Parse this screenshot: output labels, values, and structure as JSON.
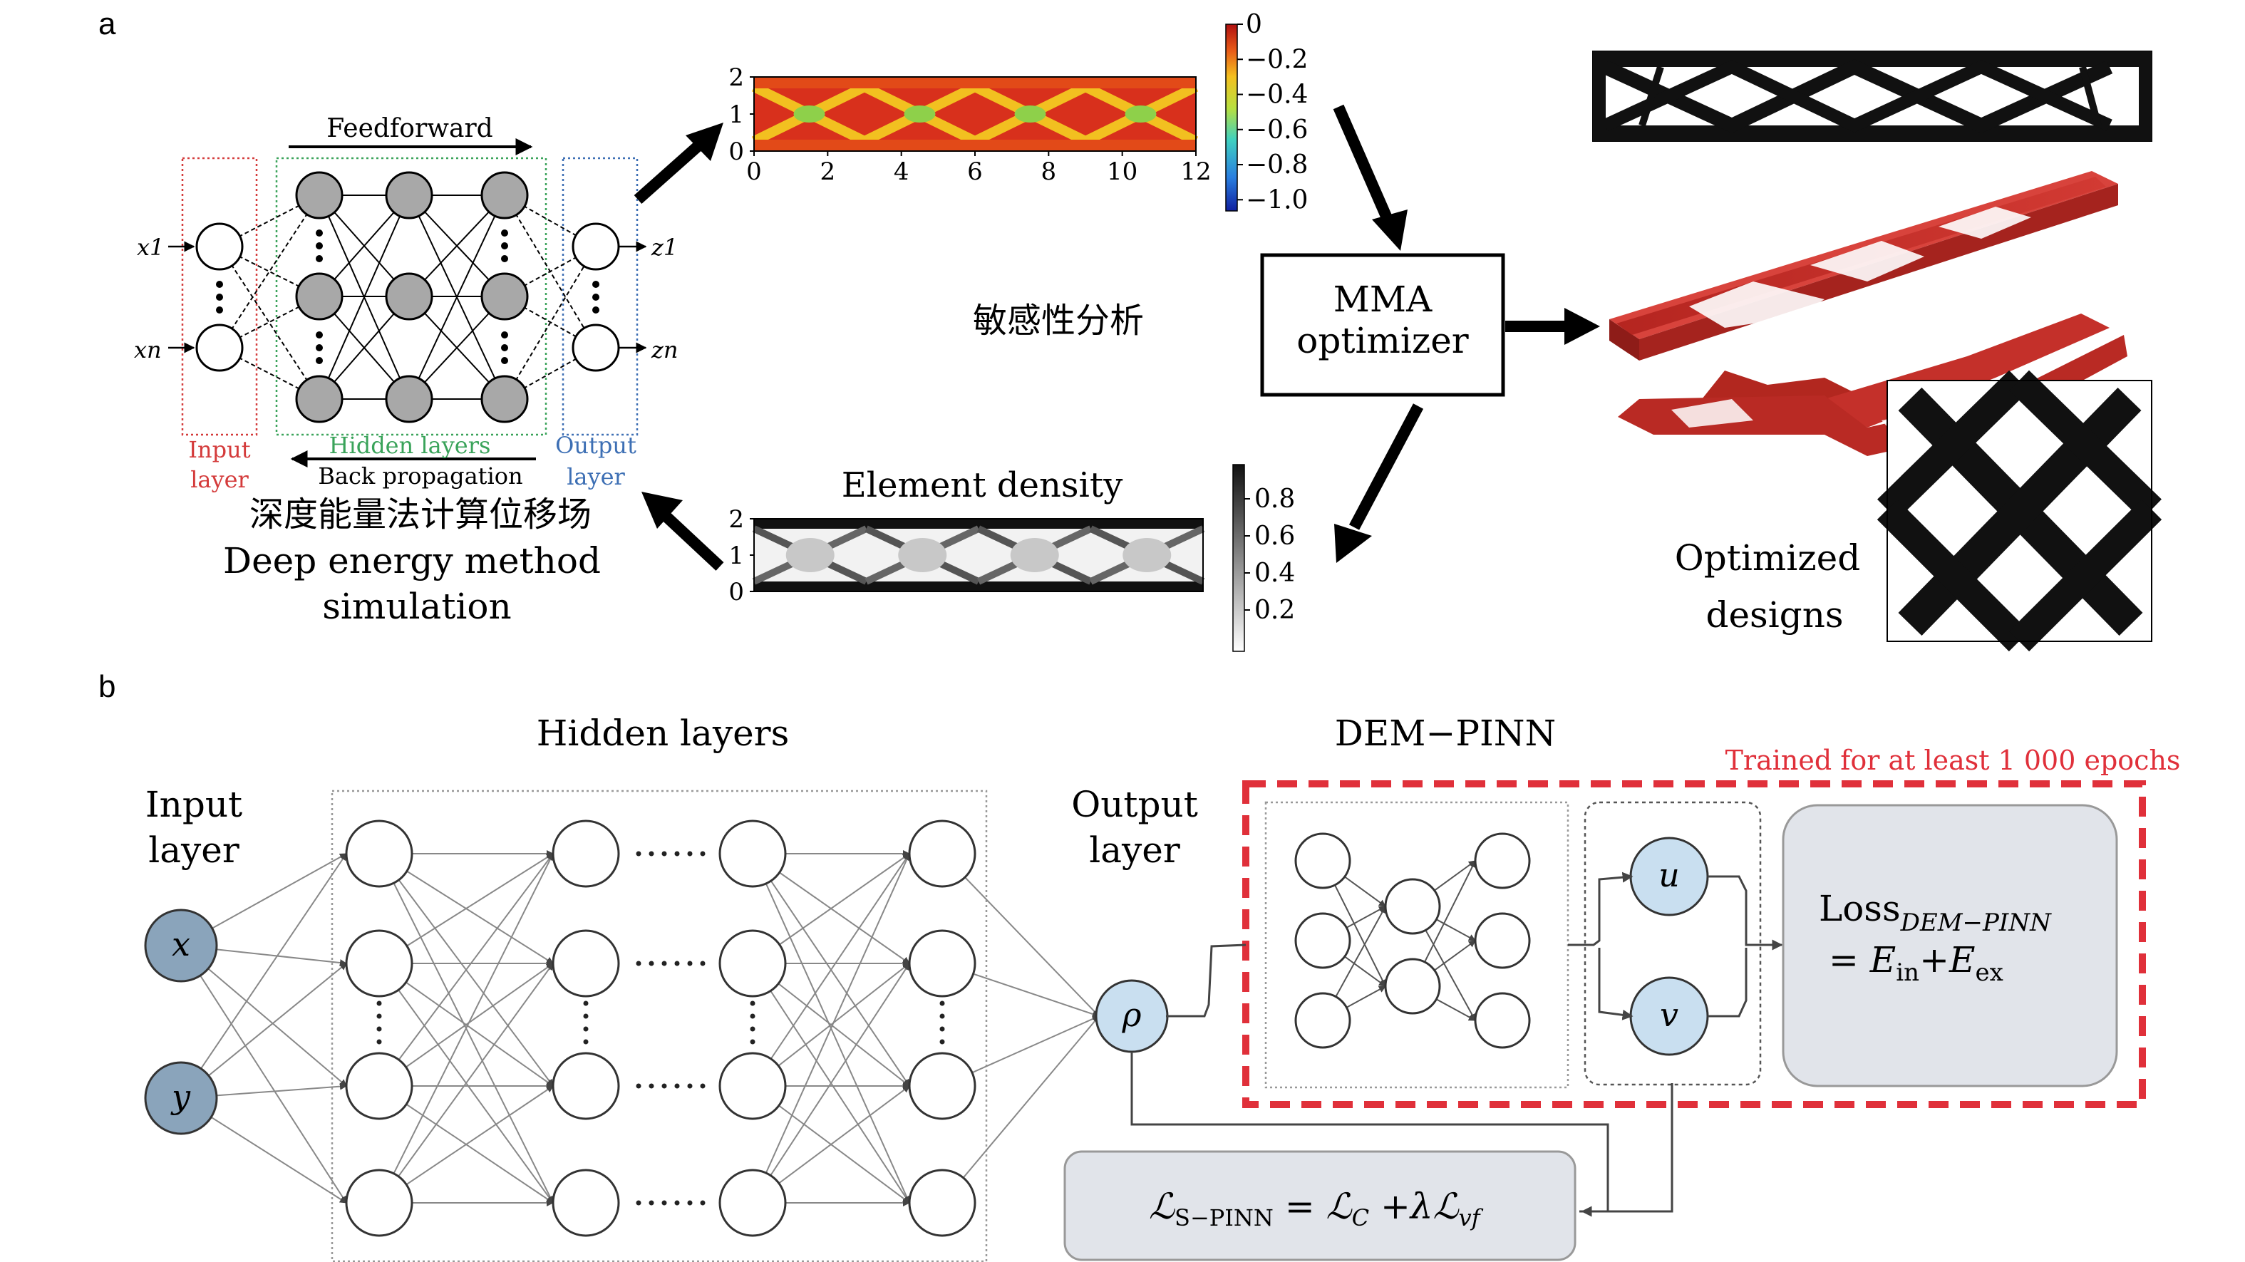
{
  "panel_a": {
    "label": "a",
    "nn": {
      "feedforward": "Feedforward",
      "backprop": "Back propagation",
      "input_x1": "x1",
      "input_xn": "xn",
      "output_z1": "z1",
      "output_zn": "zn",
      "input_label_1": "Input",
      "input_label_2": "layer",
      "hidden_label": "Hidden layers",
      "output_label_1": "Output",
      "output_label_2": "layer"
    },
    "dem_caption": {
      "zh": "深度能量法计算位移场",
      "en_1": "Deep energy method",
      "en_2": "simulation"
    },
    "sensitivity_plot": {
      "y_ticks": [
        "2",
        "1",
        "0"
      ],
      "x_ticks": [
        "0",
        "2",
        "4",
        "6",
        "8",
        "10",
        "12"
      ],
      "colorbar_ticks": [
        "0",
        "−0.2",
        "−0.4",
        "−0.6",
        "−0.8",
        "−1.0"
      ]
    },
    "sensitivity_label": "敏感性分析",
    "density_plot": {
      "title": "Element density",
      "y_ticks": [
        "2",
        "1",
        "0"
      ],
      "colorbar_ticks": [
        "0.8",
        "0.6",
        "0.4",
        "0.2"
      ]
    },
    "optimizer": {
      "line1": "MMA",
      "line2": "optimizer"
    },
    "optimized": {
      "line1": "Optimized",
      "line2": "designs"
    }
  },
  "panel_b": {
    "label": "b",
    "hidden_layers_title": "Hidden layers",
    "input_layer_1": "Input",
    "input_layer_2": "layer",
    "output_layer_1": "Output",
    "output_layer_2": "layer",
    "node_x": "x",
    "node_y": "y",
    "node_rho": "ρ",
    "dem_pinn_title": "DEM−PINN",
    "trained_note": "Trained for at least 1 000 epochs",
    "node_u": "u",
    "node_v": "v",
    "loss_dem": {
      "line1_main": "Loss",
      "line1_sub": "DEM−PINN",
      "line2_eq": "= E",
      "line2_sub1": "in",
      "line2_plus": "+E",
      "line2_sub2": "ex"
    },
    "loss_s": {
      "lhs": "ℒ",
      "lhs_sub": "S−PINN",
      "eq": " = ℒ",
      "c_sub": "C",
      "plus": " +λℒ",
      "vf_sub": "vf"
    }
  },
  "colors": {
    "input_layer_red": "#d43b3b",
    "hidden_green": "#3aa35a",
    "output_blue": "#3d6fb4",
    "trained_red": "#e0303a",
    "node_gray": "#a8a8a8",
    "node_blue_gray": "#8aa4bb",
    "node_light_blue": "#c9dff0",
    "box_gray": "#e1e4ea",
    "structure_red": "#c42a25"
  }
}
